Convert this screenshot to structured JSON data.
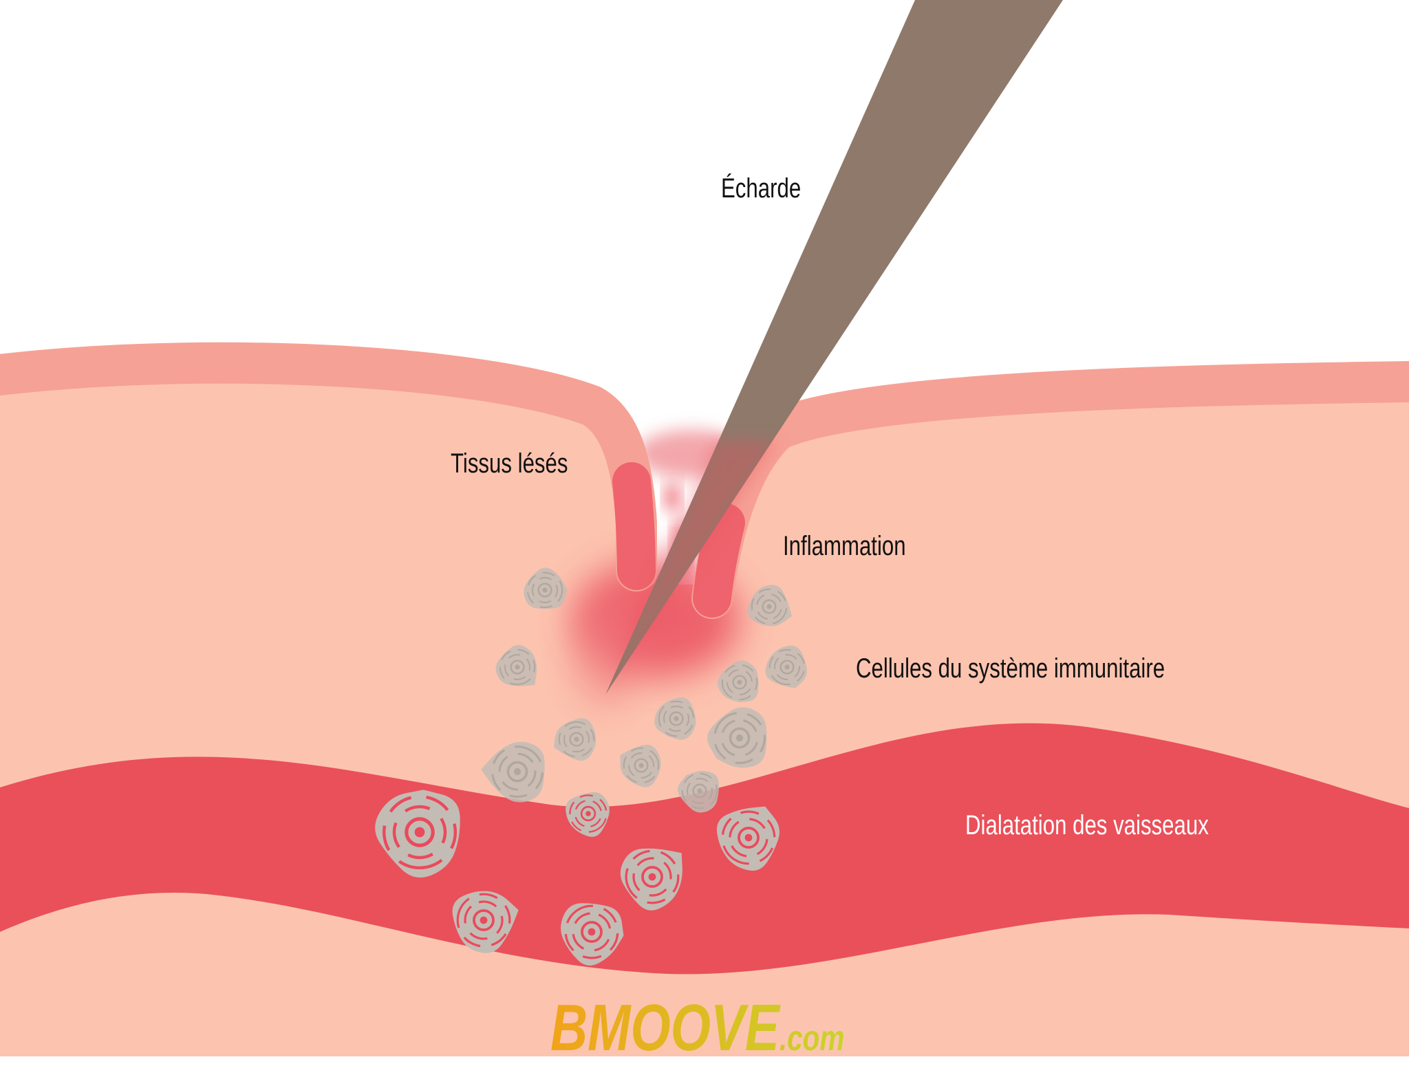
{
  "labels": {
    "splinter": "Écharde",
    "damaged_tissue": "Tissus lésés",
    "inflammation": "Inflammation",
    "immune_cells": "Cellules du système immunitaire",
    "vessel_dilation": "Dialatation des vaisseaux"
  },
  "logo": {
    "main": "BMOOVE",
    "suffix": ".com"
  },
  "colors": {
    "background": "#ffffff",
    "tissue": "#fcc4af",
    "skin_edge": "#f6a195",
    "vessel": "#e9505a",
    "splinter": "#8e796b",
    "cell": "#c3bcb5",
    "inflammation": "#ea4a5c"
  }
}
